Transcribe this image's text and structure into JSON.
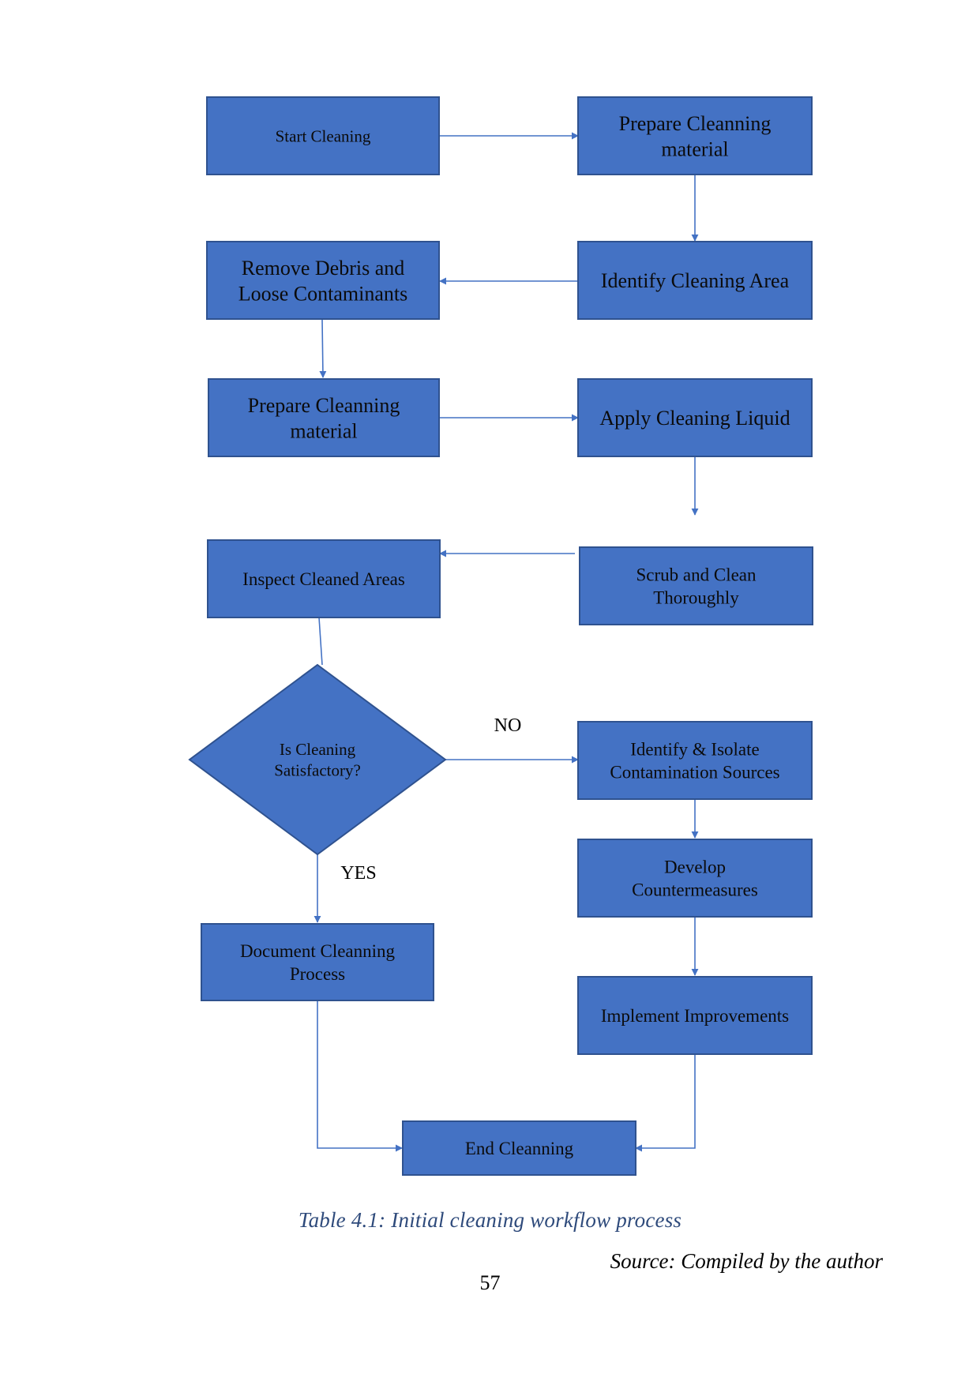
{
  "diagram": {
    "nodes": {
      "start": [
        "Start Cleaning"
      ],
      "prepare1": [
        "Prepare Cleanning",
        "material"
      ],
      "identify_area": [
        "Identify Cleaning Area"
      ],
      "remove_debris": [
        "Remove Debris and",
        "Loose Contaminants"
      ],
      "prepare2": [
        "Prepare Cleanning",
        "material"
      ],
      "apply_liquid": [
        "Apply Cleaning Liquid"
      ],
      "inspect": [
        "Inspect Cleaned Areas"
      ],
      "scrub": [
        "Scrub and Clean",
        "Thoroughly"
      ],
      "decision": [
        "Is Cleaning",
        "Satisfactory?"
      ],
      "identify_sources": [
        "Identify & Isolate",
        "Contamination Sources"
      ],
      "countermeasures": [
        "Develop",
        "Countermeasures"
      ],
      "document": [
        "Document Cleanning",
        "Process"
      ],
      "improvements": [
        "Implement Improvements"
      ],
      "end": [
        "End Cleanning"
      ]
    },
    "edge_labels": {
      "no": "NO",
      "yes": "YES"
    }
  },
  "caption": "Table 4.1: Initial cleaning workflow process",
  "source": "Source: Compiled by the author",
  "page_number": "57",
  "colors": {
    "node_fill": "#4472C4",
    "node_border": "#2F528F",
    "connector": "#4472C4",
    "caption_text": "#2E4A7B"
  }
}
